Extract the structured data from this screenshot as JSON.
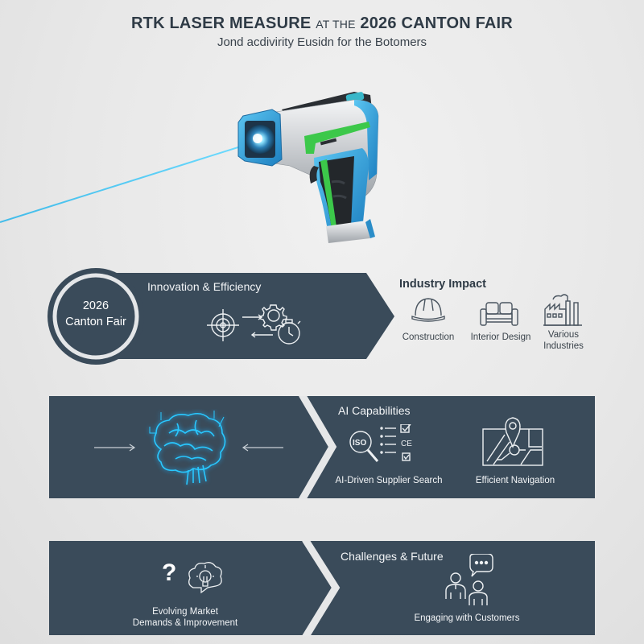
{
  "header": {
    "title_part1": "RTK LASER MEASURE",
    "title_part2": "AT THE",
    "title_part3": "2026 CANTON FAIR",
    "subtitle": "Jond acdivirity Eusidn for the Botomers"
  },
  "hero": {
    "image": "rtk-laser-measure-device",
    "laser_color": "#2fb7ea"
  },
  "section1": {
    "badge_line1": "2026",
    "badge_line2": "Canton Fair",
    "heading": "Innovation & Efficiency",
    "icons": [
      "target-icon",
      "gear-icon",
      "stopwatch-icon"
    ]
  },
  "industry": {
    "heading": "Industry Impact",
    "items": [
      {
        "icon": "hard-hat-icon",
        "label": "Construction"
      },
      {
        "icon": "sofa-icon",
        "label": "Interior Design"
      },
      {
        "icon": "factory-icon",
        "label_line1": "Various",
        "label_line2": "Industries"
      }
    ]
  },
  "section2": {
    "left_icon": "ai-brain-icon",
    "heading": "AI Capabilities",
    "items": [
      {
        "icon": "iso-search-checklist-icon",
        "label": "AI-Driven Supplier Search"
      },
      {
        "icon": "map-pin-navigation-icon",
        "label": "Efficient Navigation"
      }
    ]
  },
  "section3": {
    "left_label_line1": "Evolving Market",
    "left_label_line2": "Demands & Improvement",
    "left_icons": [
      "question-mark-icon",
      "lightbulb-idea-icon"
    ],
    "heading": "Challenges & Future",
    "item_label": "Engaging with Customers",
    "item_icon": "customers-chat-icon"
  },
  "colors": {
    "panel": "#3a4b5a",
    "background": "#e9e9e9",
    "title": "#2f3b46",
    "accent_blue": "#2a9fd8",
    "accent_green": "#3cc84a"
  }
}
